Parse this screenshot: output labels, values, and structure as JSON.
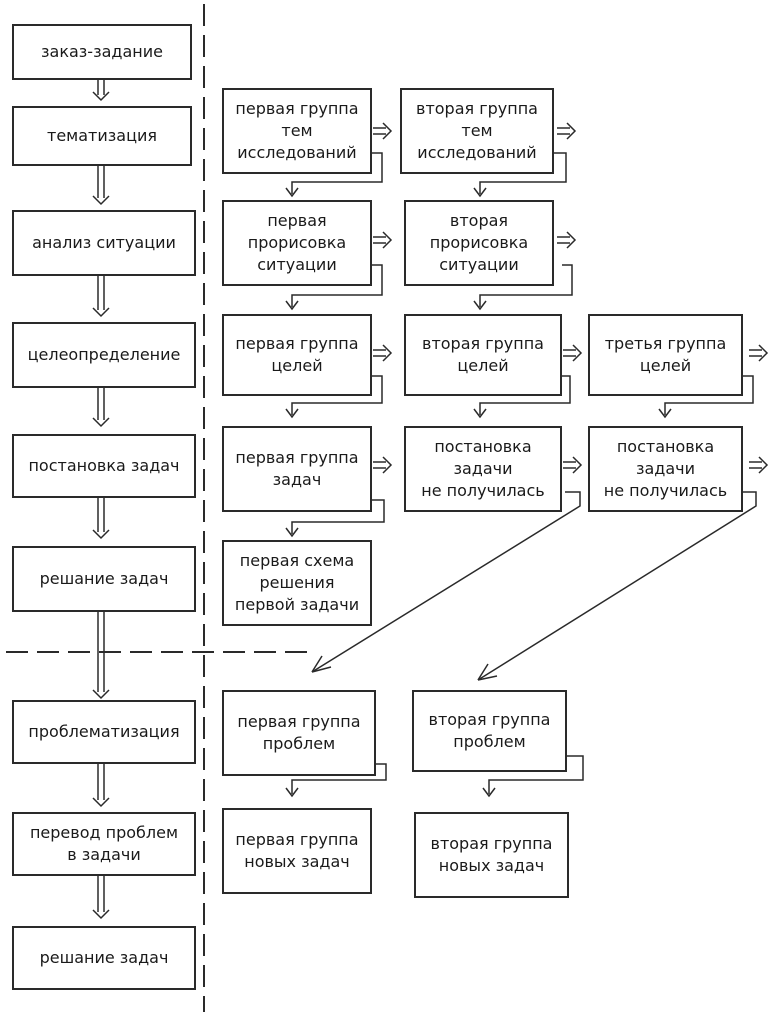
{
  "stages": [
    {
      "key": "order",
      "text": "заказ-задание"
    },
    {
      "key": "themes",
      "text": "тематизация"
    },
    {
      "key": "analysis",
      "text": "анализ ситуации"
    },
    {
      "key": "goals",
      "text": "целеопределение"
    },
    {
      "key": "tasks",
      "text": "постановка задач"
    },
    {
      "key": "solve1",
      "text": "решание задач"
    },
    {
      "key": "problems",
      "text": "проблематизация"
    },
    {
      "key": "translate",
      "text": "перевод проблем\nв задачи"
    },
    {
      "key": "solve2",
      "text": "решание задач"
    }
  ],
  "boxes": {
    "themes_1": "первая группа\nтем\nисследований",
    "themes_2": "вторая группа\nтем\nисследований",
    "sit_1": "первая\nпрорисовка\nситуации",
    "sit_2": "вторая\nпрорисовка\nситуации",
    "goals_1": "первая группа\nцелей",
    "goals_2": "вторая группа\nцелей",
    "goals_3": "третья группа\nцелей",
    "tasks_1": "первая группа\nзадач",
    "tasks_2": "постановка\nзадачи\nне получилась",
    "tasks_3": "постановка\nзадачи\nне получилась",
    "scheme_1": "первая схема\nрешения\nпервой задачи",
    "prob_1": "первая группа\nпроблем",
    "prob_2": "вторая группа\nпроблем",
    "newtasks_1": "первая группа\nновых задач",
    "newtasks_2": "вторая группа\nновых задач"
  }
}
